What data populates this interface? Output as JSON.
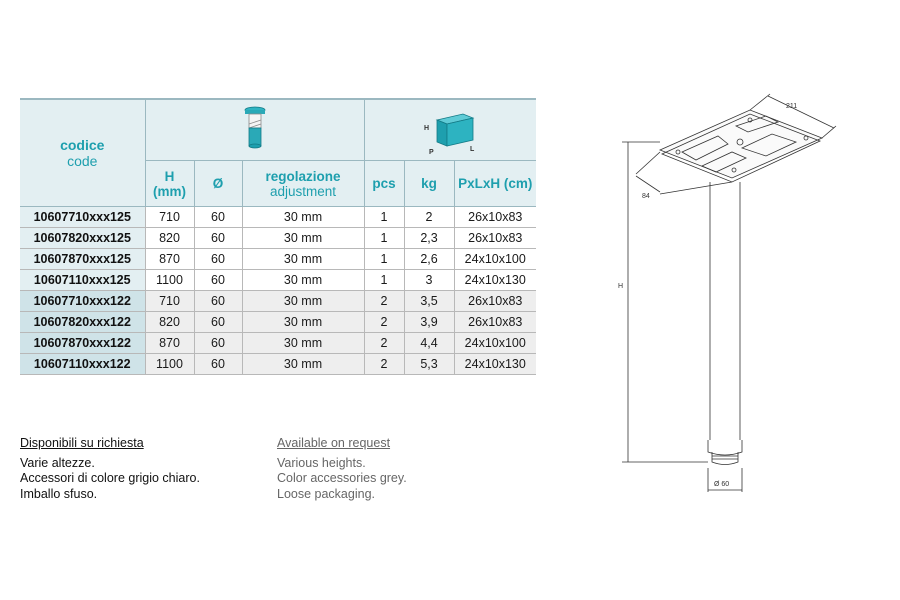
{
  "table": {
    "header": {
      "code_it": "codice",
      "code_en": "code",
      "h_label": "H",
      "h_unit": "(mm)",
      "diameter": "Ø",
      "adjust_it": "regolazione",
      "adjust_en": "adjustment",
      "pcs": "pcs",
      "kg": "kg",
      "dims": "PxLxH (cm)",
      "box_labels": {
        "h": "H",
        "p": "P",
        "l": "L"
      }
    },
    "rows": [
      {
        "code": "10607710xxx125",
        "h": "710",
        "d": "60",
        "adj": "30 mm",
        "pcs": "1",
        "kg": "2",
        "dims": "26x10x83"
      },
      {
        "code": "10607820xxx125",
        "h": "820",
        "d": "60",
        "adj": "30 mm",
        "pcs": "1",
        "kg": "2,3",
        "dims": "26x10x83"
      },
      {
        "code": "10607870xxx125",
        "h": "870",
        "d": "60",
        "adj": "30 mm",
        "pcs": "1",
        "kg": "2,6",
        "dims": "24x10x100"
      },
      {
        "code": "10607110xxx125",
        "h": "1100",
        "d": "60",
        "adj": "30 mm",
        "pcs": "1",
        "kg": "3",
        "dims": "24x10x130"
      },
      {
        "code": "10607710xxx122",
        "h": "710",
        "d": "60",
        "adj": "30 mm",
        "pcs": "2",
        "kg": "3,5",
        "dims": "26x10x83"
      },
      {
        "code": "10607820xxx122",
        "h": "820",
        "d": "60",
        "adj": "30 mm",
        "pcs": "2",
        "kg": "3,9",
        "dims": "26x10x83"
      },
      {
        "code": "10607870xxx122",
        "h": "870",
        "d": "60",
        "adj": "30 mm",
        "pcs": "2",
        "kg": "4,4",
        "dims": "24x10x100"
      },
      {
        "code": "10607110xxx122",
        "h": "1100",
        "d": "60",
        "adj": "30 mm",
        "pcs": "2",
        "kg": "5,3",
        "dims": "24x10x130"
      }
    ]
  },
  "notes_it": {
    "title": "Disponibili su richiesta",
    "lines": [
      "Varie altezze.",
      "Accessori di colore grigio chiaro.",
      "Imballo sfuso."
    ]
  },
  "notes_en": {
    "title": "Available on request",
    "lines": [
      "Various heights.",
      "Color accessories grey.",
      "Loose packaging."
    ]
  },
  "drawing": {
    "dim_plate_length": "211",
    "dim_plate_width": "84",
    "dim_height": "H",
    "dim_diameter": "Ø 60"
  },
  "colors": {
    "accent": "#1e9fae",
    "header_bg": "#e3eff2",
    "group2_code_bg": "#cfe3e8",
    "group2_bg": "#eeeeee"
  },
  "icons": {
    "leg": "leg-icon",
    "box": "box-icon"
  }
}
